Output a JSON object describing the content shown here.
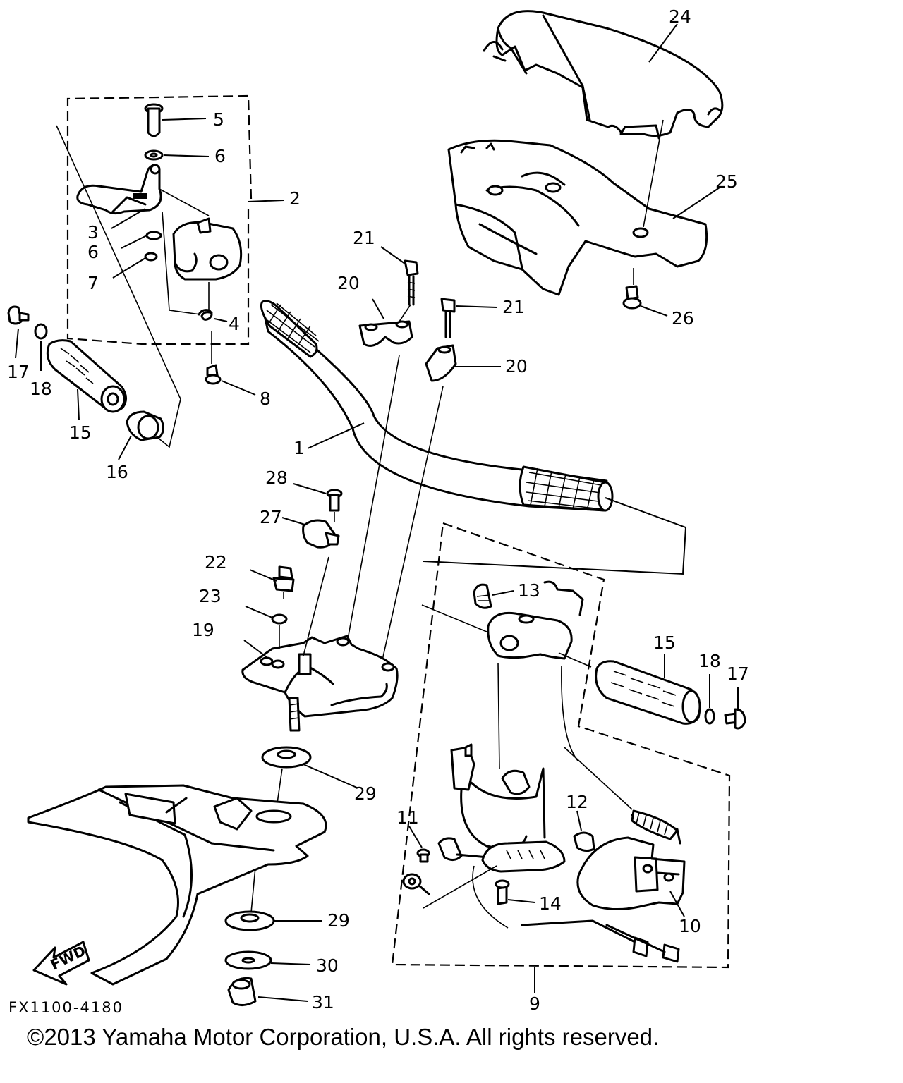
{
  "diagram": {
    "code": "FX1100-4180",
    "copyright": "©2013 Yamaha Motor Corporation, U.S.A. All rights reserved.",
    "direction_label": "FWD",
    "callouts": {
      "c1": "1",
      "c2": "2",
      "c3": "3",
      "c4": "4",
      "c5": "5",
      "c6a": "6",
      "c6b": "6",
      "c7": "7",
      "c8": "8",
      "c9": "9",
      "c10": "10",
      "c11": "11",
      "c12": "12",
      "c13": "13",
      "c14": "14",
      "c15a": "15",
      "c15b": "15",
      "c16": "16",
      "c17a": "17",
      "c17b": "17",
      "c18a": "18",
      "c18b": "18",
      "c19": "19",
      "c20a": "20",
      "c20b": "20",
      "c21a": "21",
      "c21b": "21",
      "c22": "22",
      "c23": "23",
      "c24": "24",
      "c25": "25",
      "c26": "26",
      "c27": "27",
      "c28": "28",
      "c29a": "29",
      "c29b": "29",
      "c30": "30",
      "c31": "31"
    }
  }
}
